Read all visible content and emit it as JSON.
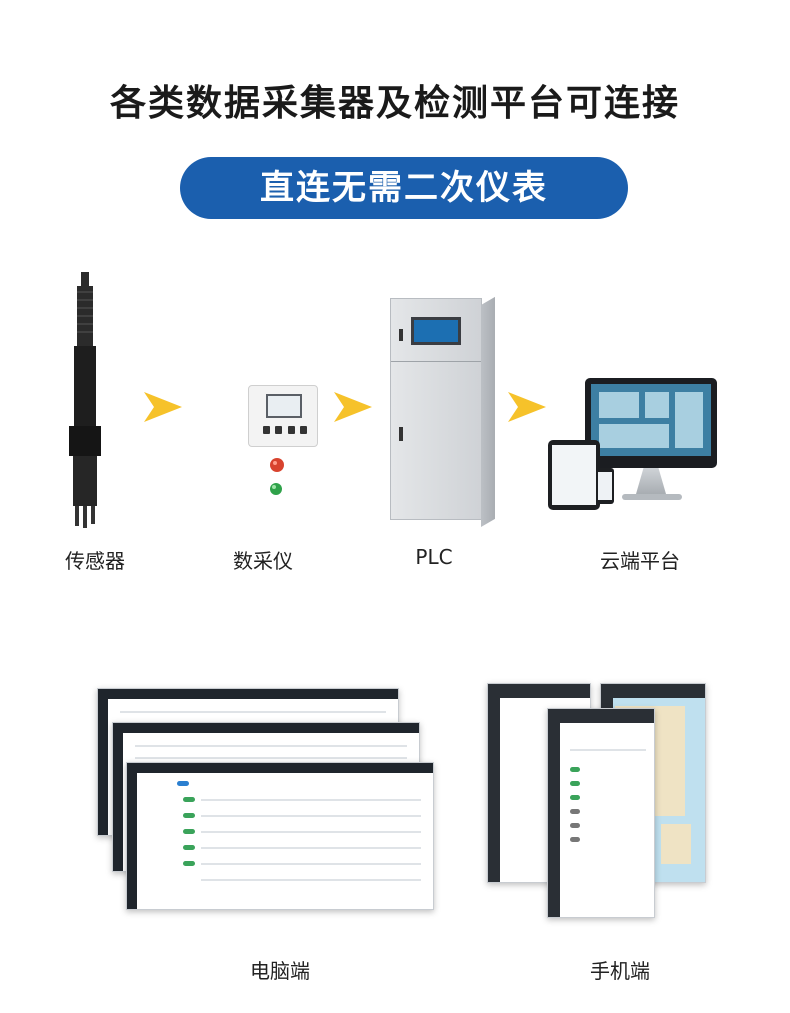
{
  "headline": "各类数据采集器及检测平台可连接",
  "banner": "直连无需二次仪表",
  "flow": [
    {
      "label": "传感器"
    },
    {
      "label": "数采仪"
    },
    {
      "label": "PLC"
    },
    {
      "label": "云端平台"
    }
  ],
  "clients": [
    {
      "label": "电脑端"
    },
    {
      "label": "手机端"
    }
  ],
  "colors": {
    "banner": "#1b5fae",
    "arrow": "#f6c22a",
    "text": "#222222"
  }
}
